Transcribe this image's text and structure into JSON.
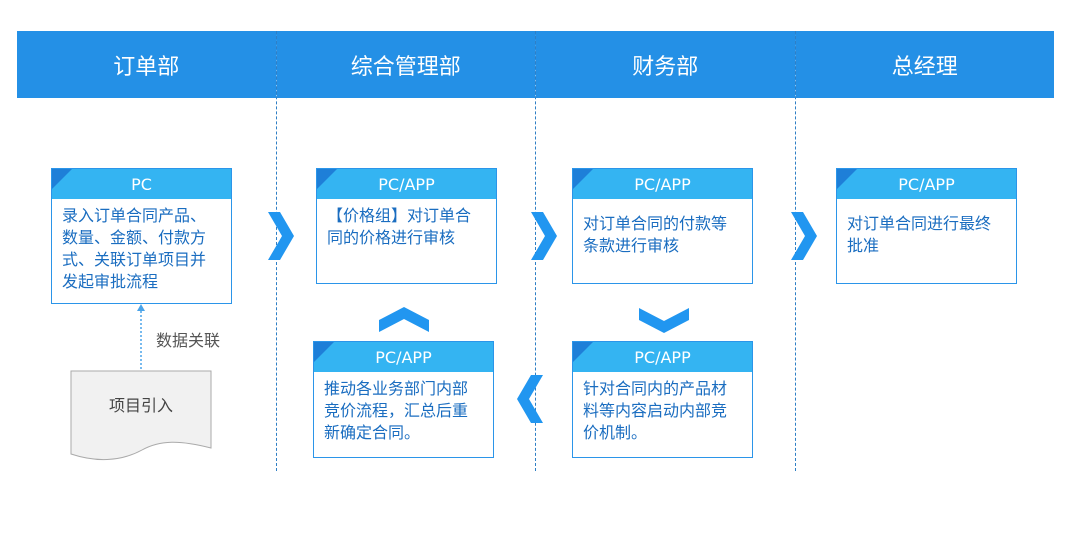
{
  "departments": [
    "订单部",
    "综合管理部",
    "财务部",
    "总经理"
  ],
  "cards": {
    "c1": {
      "head": "PC",
      "body": "录入订单合同产品、数量、金额、付款方式、关联订单项目并发起审批流程"
    },
    "c2": {
      "head": "PC/APP",
      "body": "【价格组】对订单合同的价格进行审核"
    },
    "c3": {
      "head": "PC/APP",
      "body": "对订单合同的付款等条款进行审核"
    },
    "c4": {
      "head": "PC/APP",
      "body": "对订单合同进行最终批准"
    },
    "c5": {
      "head": "PC/APP",
      "body": "推动各业务部门内部竞价流程，汇总后重新确定合同。"
    },
    "c6": {
      "head": "PC/APP",
      "body": "针对合同内的产品材料等内容启动内部竞价机制。"
    }
  },
  "link_label": "数据关联",
  "doc_label": "项目引入",
  "colors": {
    "header": "#2490e6",
    "card_head": "#34b4f2",
    "border": "#2b95e9",
    "text": "#1a6dc0",
    "arrow": "#2196f0"
  }
}
